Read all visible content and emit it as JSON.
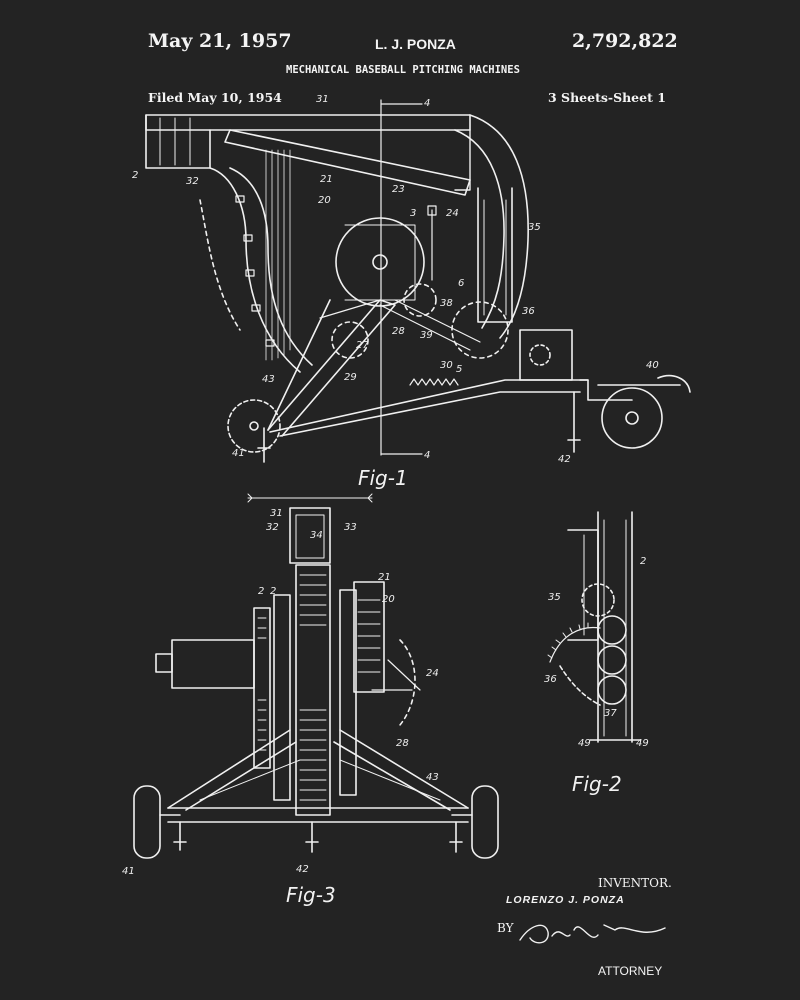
{
  "header": {
    "date": "May 21, 1957",
    "inventor_short": "L. J. PONZA",
    "patent_number": "2,792,822",
    "title": "MECHANICAL BASEBALL PITCHING MACHINES",
    "filed": "Filed May 10, 1954",
    "sheets": "3 Sheets-Sheet 1"
  },
  "figures": {
    "fig1": "Fig-1",
    "fig2": "Fig-2",
    "fig3": "Fig-3"
  },
  "footer": {
    "inventor_label": "INVENTOR.",
    "inventor_name": "LORENZO J. PONZA",
    "by_label": "BY",
    "signature": "Paul B. Fike",
    "attorney_label": "ATTORNEY"
  },
  "reference_numerals": [
    "31",
    "4",
    "2",
    "32",
    "21",
    "23",
    "20",
    "3",
    "24",
    "35",
    "6",
    "38",
    "28",
    "27",
    "39",
    "36",
    "5",
    "30",
    "29",
    "43",
    "40",
    "41",
    "4",
    "42",
    "2",
    "31",
    "32",
    "34",
    "33",
    "21",
    "2",
    "20",
    "24",
    "28",
    "43",
    "41",
    "42",
    "2",
    "35",
    "36",
    "37",
    "49",
    "49"
  ],
  "colors": {
    "background": "#232323",
    "ink": "#f2f2f2"
  }
}
